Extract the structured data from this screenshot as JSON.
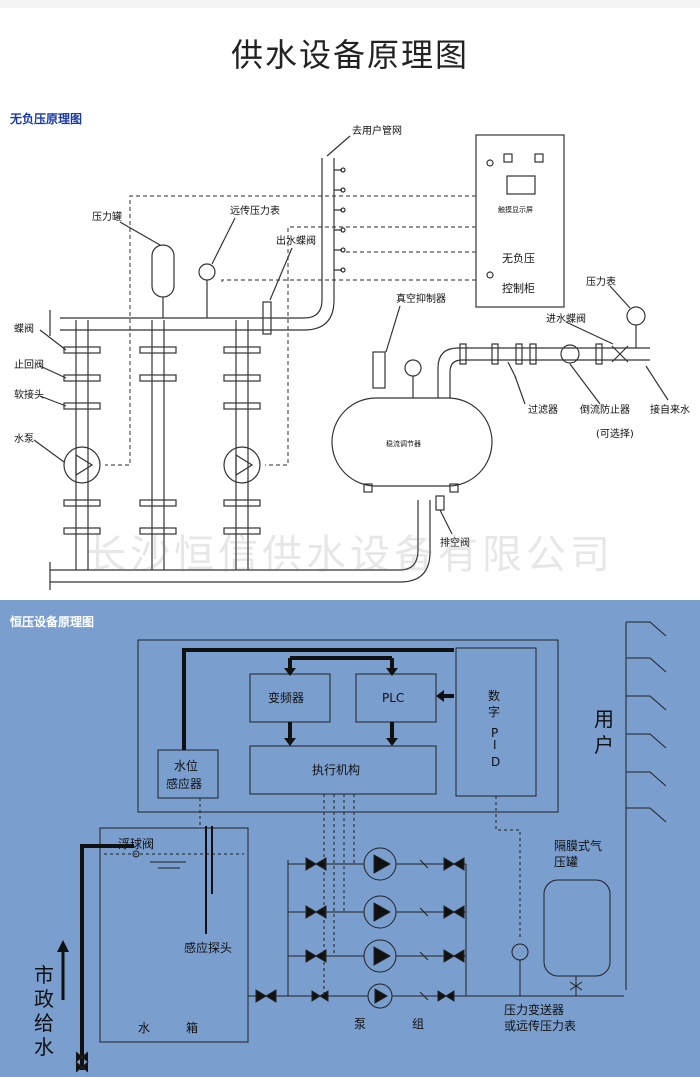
{
  "title": "供水设备原理图",
  "watermark": "长沙恒信供水设备有限公司",
  "colors": {
    "panel2_bg": "#7a9ece",
    "line": "#333333",
    "label_blue": "#1a3aa8"
  },
  "panel1": {
    "label": "无负压原理图",
    "labels": {
      "to_user": "去用户管网",
      "tank": "压力罐",
      "remote_gauge": "远传压力表",
      "outlet_valve": "出水蝶阀",
      "butterfly": "蝶阀",
      "check": "止回阀",
      "soft_joint": "软接头",
      "pump": "水泵",
      "vacuum": "真空抑制器",
      "gauge": "压力表",
      "inlet_valve": "进水蝶阀",
      "filter": "过滤器",
      "backflow": "倒流防止器",
      "optional": "(可选择)",
      "tap": "接自来水",
      "drain": "排空阀",
      "stabilizer": "稳流调节器",
      "screen": "触摸显示屏",
      "cabinet_l1": "无负压",
      "cabinet_l2": "控制柜"
    }
  },
  "panel2": {
    "label": "恒压设备原理图",
    "labels": {
      "inverter": "变频器",
      "plc": "PLC",
      "pid": [
        "数",
        "字",
        "P",
        "I",
        "D"
      ],
      "actuator": "执行机构",
      "level_l1": "水位",
      "level_l2": "感应器",
      "user": [
        "用",
        "户"
      ],
      "float": "浮球阀",
      "probe": "感应探头",
      "bladder_l1": "隔膜式气",
      "bladder_l2": "压罐",
      "city": [
        "市",
        "政",
        "给",
        "水"
      ],
      "tank": [
        "水",
        "箱"
      ],
      "pumps": [
        "泵",
        "组"
      ],
      "transmitter_l1": "压力变送器",
      "transmitter_l2": "或远传压力表"
    }
  }
}
